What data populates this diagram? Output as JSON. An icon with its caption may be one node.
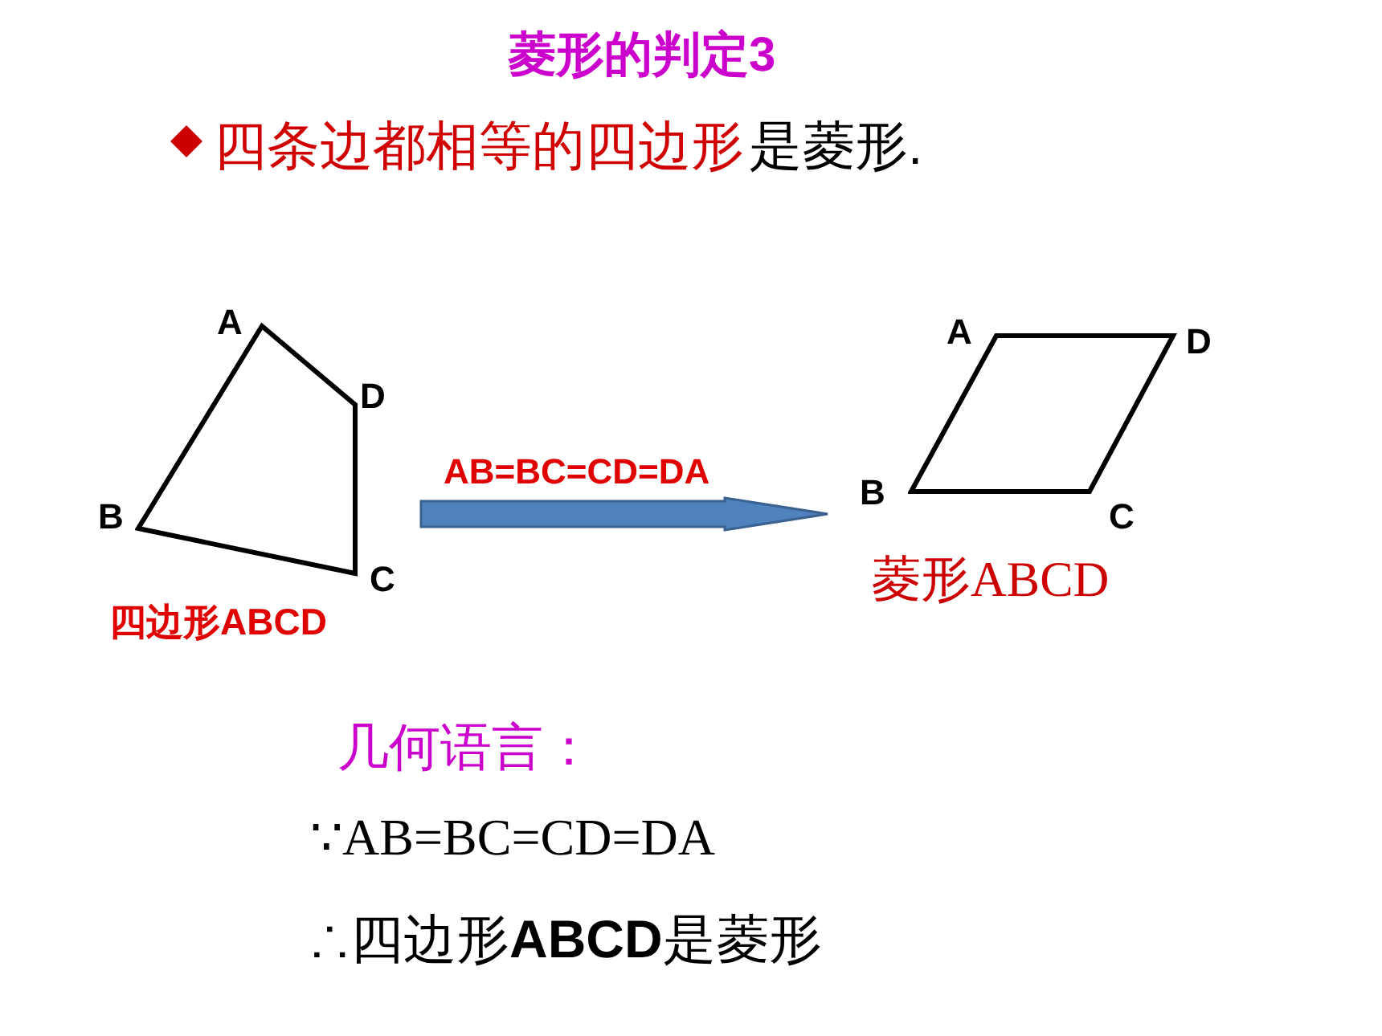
{
  "diagram": {
    "title": "菱形的判定3",
    "nodes": [
      {
        "text": [],
        "shape": "polygon",
        "beside": [
          "四边形**ABCD**"
        ]
      },
      {
        "text": [],
        "shape": "polygon",
        "beside": [
          "菱形ABCD"
        ]
      }
    ],
    "edges": [
      {
        "from": 0,
        "to": 1,
        "arrow": "to",
        "label": "AB=BC=CD=DA",
        "style": "thick",
        "color": "#4f81bd"
      }
    ],
    "labels": [
      "四条边都相等的四边形",
      "是菱形.",
      "A",
      "D",
      "B",
      "C",
      "A",
      "D",
      "B",
      "C",
      "几何语言：",
      "∵AB=BC=CD=DA",
      "∴四边形**ABCD**是菱形"
    ]
  }
}
